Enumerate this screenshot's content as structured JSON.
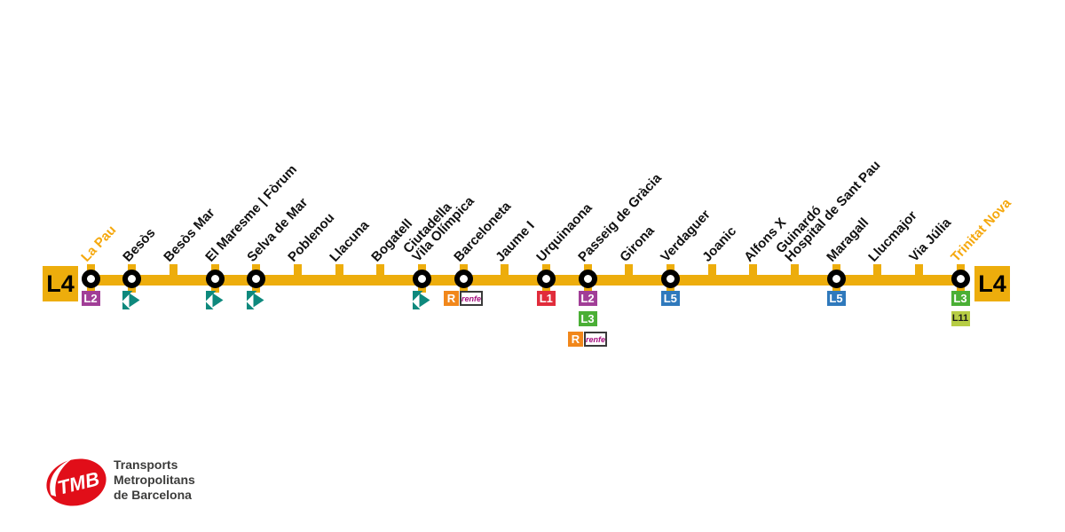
{
  "line": {
    "id": "L4",
    "badge_label": "L4",
    "color": "#EDAD0C",
    "terminus_label_color": "#F5A80D"
  },
  "stations": [
    {
      "name": "La Pau",
      "terminus": true,
      "interchange": true,
      "connections": [
        "L2"
      ]
    },
    {
      "name": "Besòs",
      "interchange": true,
      "connections": [
        "TRAM"
      ]
    },
    {
      "name": "Besòs Mar"
    },
    {
      "name": "El Maresme | Fòrum",
      "interchange": true,
      "connections": [
        "TRAM"
      ]
    },
    {
      "name": "Selva de Mar",
      "interchange": true,
      "connections": [
        "TRAM"
      ]
    },
    {
      "name": "Poblenou"
    },
    {
      "name": "Llacuna"
    },
    {
      "name": "Bogatell"
    },
    {
      "name": "Ciutadella | Vila Olímpica",
      "name_lines": [
        "Ciutadella",
        "Vila Olímpica"
      ],
      "interchange": true,
      "connections": [
        "TRAM"
      ]
    },
    {
      "name": "Barceloneta",
      "interchange": true,
      "connections": [
        "RENFE"
      ]
    },
    {
      "name": "Jaume I"
    },
    {
      "name": "Urquinaona",
      "interchange": true,
      "connections": [
        "L1"
      ]
    },
    {
      "name": "Passeig de Gràcia",
      "interchange": true,
      "connections": [
        "L2",
        "L3",
        "RENFE"
      ]
    },
    {
      "name": "Girona"
    },
    {
      "name": "Verdaguer",
      "interchange": true,
      "connections": [
        "L5"
      ]
    },
    {
      "name": "Joanic"
    },
    {
      "name": "Alfons X"
    },
    {
      "name": "Guinardó | Hospital de Sant Pau",
      "name_lines": [
        "Guinardó",
        "Hospital de Sant Pau"
      ]
    },
    {
      "name": "Maragall",
      "interchange": true,
      "connections": [
        "L5"
      ]
    },
    {
      "name": "Llucmajor"
    },
    {
      "name": "Via Júlia"
    },
    {
      "name": "Trinitat Nova",
      "terminus": true,
      "interchange": true,
      "connections": [
        "L3",
        "L11"
      ]
    }
  ],
  "connection_styles": {
    "L1": {
      "label": "L1",
      "bg": "#E12C3B",
      "fg": "#FFFFFF"
    },
    "L2": {
      "label": "L2",
      "bg": "#A13E97",
      "fg": "#FFFFFF"
    },
    "L3": {
      "label": "L3",
      "bg": "#4AAF35",
      "fg": "#FFFFFF"
    },
    "L5": {
      "label": "L5",
      "bg": "#2F79BC",
      "fg": "#FFFFFF"
    },
    "L11": {
      "label": "L11",
      "bg": "#B7CD44",
      "fg": "#1A1A1A"
    },
    "TRAM": {
      "color": "#0E897D"
    },
    "RENFE": {
      "r_label": "R",
      "r_bg": "#F1871B",
      "r_fg": "#FFFFFF",
      "wordmark": "renfe",
      "wordmark_color": "#A40D7E",
      "box_border": "#3A3A3A"
    }
  },
  "logo": {
    "roundel_text": "TMB",
    "roundel_color": "#E10E19",
    "caption": [
      "Transports",
      "Metropolitans",
      "de Barcelona"
    ],
    "caption_color": "#3C3C3B"
  }
}
